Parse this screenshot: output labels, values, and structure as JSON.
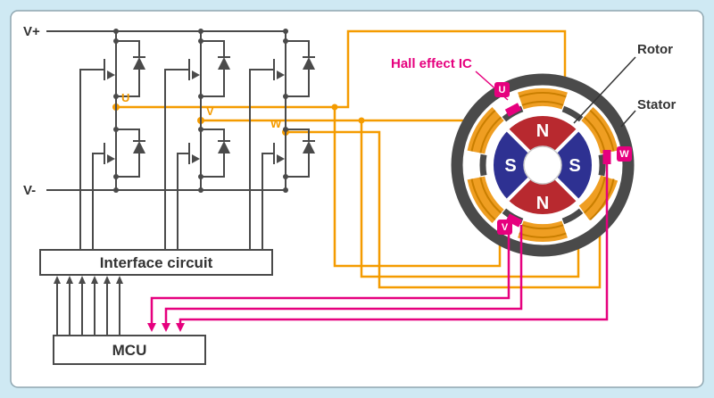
{
  "labels": {
    "v_plus": "V+",
    "v_minus": "V-",
    "phase_u": "U",
    "phase_v": "V",
    "phase_w": "W",
    "interface_circuit": "Interface circuit",
    "mcu": "MCU",
    "hall_effect_ic": "Hall effect IC",
    "rotor": "Rotor",
    "stator": "Stator"
  },
  "poles": {
    "top": "N",
    "right": "S",
    "bottom": "N",
    "left": "S"
  },
  "hall_badges": {
    "u": "U",
    "v": "V",
    "w": "W"
  },
  "colors": {
    "background": "#CFE9F3",
    "wire": "#4A4A4A",
    "phase_wire": "#F49B00",
    "hall_wire": "#E6007E",
    "pole_north": "#B8292F",
    "pole_south": "#2E3192",
    "coil": "#EF9E22",
    "stator_ring": "#4A4A4A"
  }
}
